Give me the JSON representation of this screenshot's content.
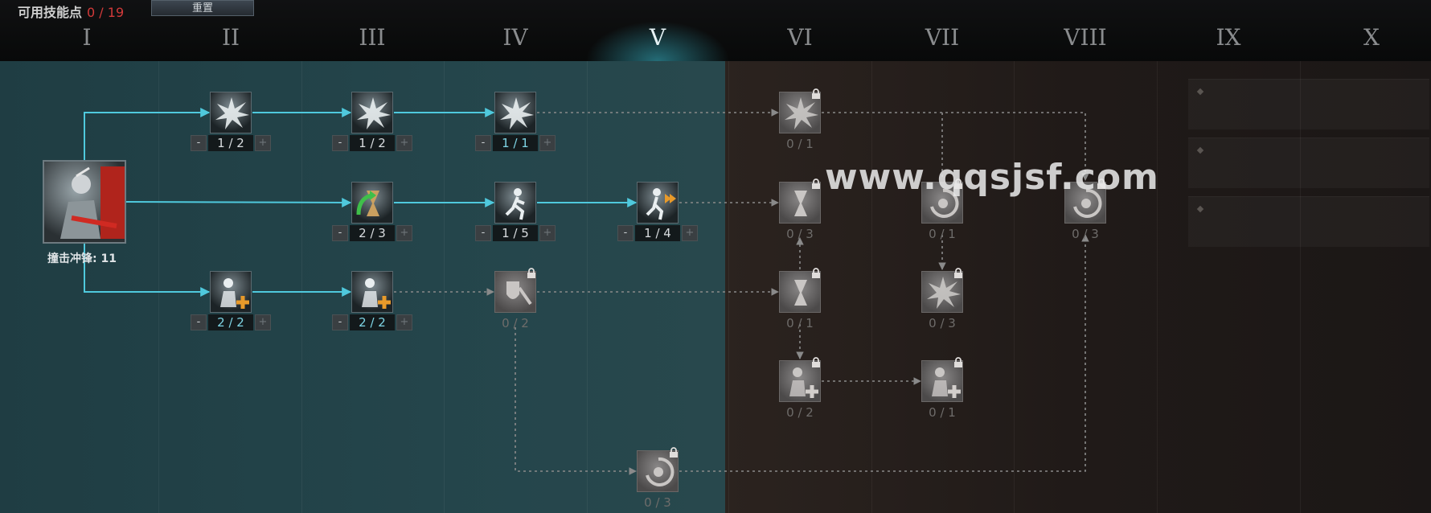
{
  "header": {
    "points_label": "可用技能点",
    "points_value": "0 / 19",
    "reset_label": "重置"
  },
  "tiers": [
    {
      "label": "I"
    },
    {
      "label": "II"
    },
    {
      "label": "III"
    },
    {
      "label": "IV"
    },
    {
      "label": "V"
    },
    {
      "label": "VI"
    },
    {
      "label": "VII"
    },
    {
      "label": "VIII"
    },
    {
      "label": "IX"
    },
    {
      "label": "X"
    }
  ],
  "active_tier": "V",
  "root_skill": {
    "label": "撞击冲锋: 11",
    "icon": "charging-warrior-icon"
  },
  "skills": [
    {
      "id": "s1",
      "tier": "II",
      "row": 1,
      "count": "1 / 2",
      "locked": false,
      "icon": "spike-burst-icon"
    },
    {
      "id": "s2",
      "tier": "III",
      "row": 1,
      "count": "1 / 2",
      "locked": false,
      "icon": "spike-burst-icon"
    },
    {
      "id": "s3",
      "tier": "IV",
      "row": 1,
      "count": "1 / 1",
      "locked": false,
      "maxed": true,
      "icon": "spike-burst-icon"
    },
    {
      "id": "s4",
      "tier": "VI",
      "row": 1,
      "count": "0 / 1",
      "locked": true,
      "icon": "spike-burst-icon"
    },
    {
      "id": "s5",
      "tier": "III",
      "row": 2,
      "count": "2 / 3",
      "locked": false,
      "icon": "hourglass-arrow-icon"
    },
    {
      "id": "s6",
      "tier": "IV",
      "row": 2,
      "count": "1 / 5",
      "locked": false,
      "icon": "running-soldier-icon"
    },
    {
      "id": "s7",
      "tier": "V",
      "row": 2,
      "count": "1 / 4",
      "locked": false,
      "icon": "dash-soldier-icon"
    },
    {
      "id": "s8",
      "tier": "VI",
      "row": 2,
      "count": "0 / 3",
      "locked": true,
      "icon": "hourglass-icon"
    },
    {
      "id": "s9",
      "tier": "VII",
      "row": 2,
      "count": "0 / 1",
      "locked": true,
      "icon": "whirl-icon"
    },
    {
      "id": "s10",
      "tier": "VIII",
      "row": 2,
      "count": "0 / 3",
      "locked": true,
      "icon": "whirl-icon"
    },
    {
      "id": "s11",
      "tier": "II",
      "row": 3,
      "count": "2 / 2",
      "locked": false,
      "maxed": true,
      "icon": "soldier-plus-icon"
    },
    {
      "id": "s12",
      "tier": "III",
      "row": 3,
      "count": "2 / 2",
      "locked": false,
      "maxed": true,
      "icon": "soldier-plus-icon"
    },
    {
      "id": "s13",
      "tier": "IV",
      "row": 3,
      "count": "0 / 2",
      "locked": true,
      "icon": "shield-strike-icon"
    },
    {
      "id": "s14",
      "tier": "VI",
      "row": 3,
      "count": "0 / 1",
      "locked": true,
      "icon": "hourglass-icon"
    },
    {
      "id": "s15",
      "tier": "VII",
      "row": 3,
      "count": "0 / 3",
      "locked": true,
      "icon": "spike-burst-icon"
    },
    {
      "id": "s16",
      "tier": "VI",
      "row": 4,
      "count": "0 / 2",
      "locked": true,
      "icon": "soldier-plus-icon"
    },
    {
      "id": "s17",
      "tier": "VII",
      "row": 4,
      "count": "0 / 1",
      "locked": true,
      "icon": "soldier-plus-icon"
    },
    {
      "id": "s18",
      "tier": "V",
      "row": 5,
      "count": "0 / 3",
      "locked": true,
      "icon": "whirl-icon"
    }
  ],
  "watermark": "www.qqsjsf.com",
  "colors": {
    "active_link": "#4fc9dd",
    "locked_link": "#8a8a8a",
    "points_value": "#d23a3a",
    "maxed_count": "#7fd6e6"
  },
  "icons": {
    "lock": "padlock-icon",
    "minus": "-",
    "plus": "+"
  }
}
